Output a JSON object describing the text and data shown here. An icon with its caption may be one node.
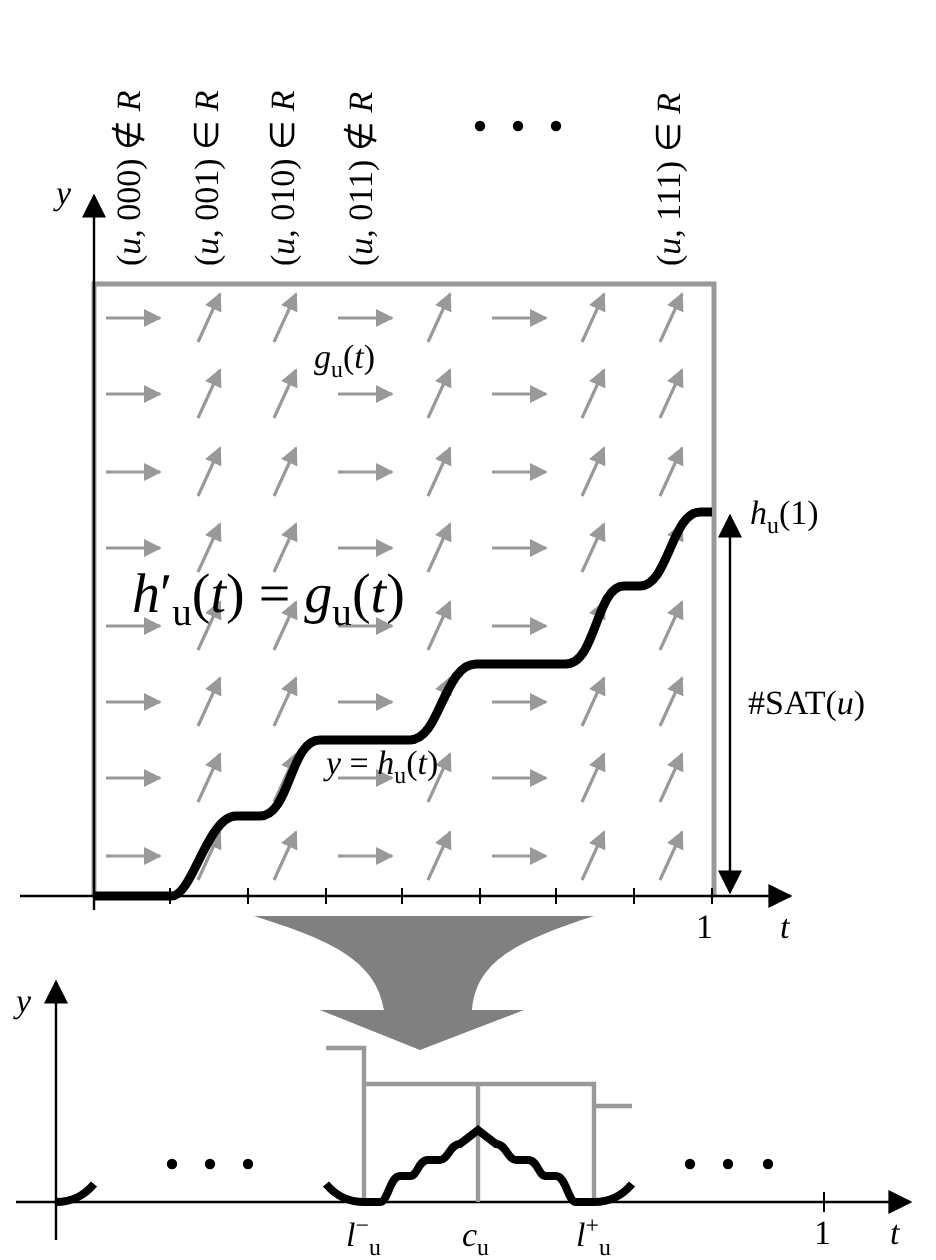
{
  "diagram": {
    "labels": [
      "(*u*, 000) ∉ *R*",
      "(*u*, 001) ∈ *R*",
      "(*u*, 010) ∈ *R*",
      "(*u*, 011) ∉ *R*",
      "(*u*, 111) ∈ *R*",
      "y",
      "*g*$_{u}$(*t*)",
      "*h*$_{u}$(1)",
      "*h*′$_{u}$(*t*) = *g*$_{u}$(*t*)",
      "#SAT(*u*)",
      "*y* = *h*$_{u}$(*t*)",
      "1",
      "t",
      "y",
      "*l*$^{−}$$_{u}$",
      "*c*$_{u}$",
      "*l*$^{+}$$_{u}$",
      "1",
      "t"
    ]
  }
}
